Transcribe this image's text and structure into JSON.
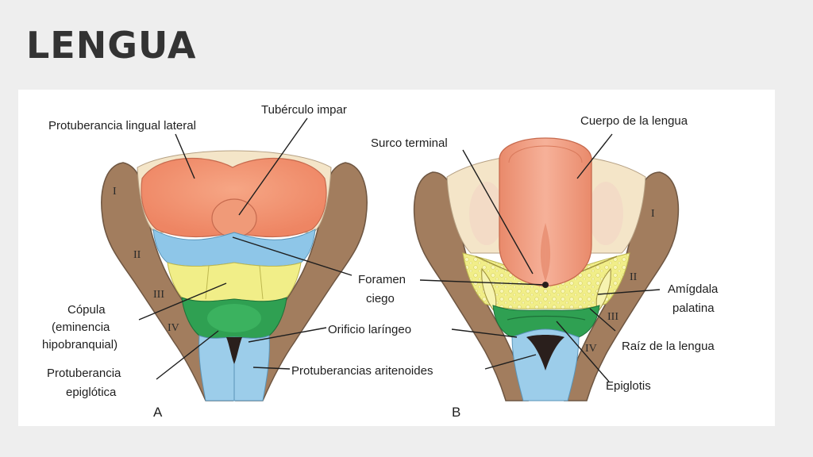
{
  "title": "LENGUA",
  "figure": {
    "panel_a": {
      "letter": "A",
      "arches": [
        "I",
        "II",
        "III",
        "IV"
      ],
      "labels": {
        "protuberancia_lingual_lateral": "Protuberancia lingual lateral",
        "tuberculo_impar": "Tubérculo impar",
        "copula_1": "Cópula",
        "copula_2": "(eminencia",
        "copula_3": "hipobranquial)",
        "protuberancia_epiglotica_1": "Protuberancia",
        "protuberancia_epiglotica_2": "epiglótica"
      }
    },
    "panel_b": {
      "letter": "B",
      "arches": [
        "I",
        "II",
        "III",
        "IV"
      ],
      "labels": {
        "cuerpo_lengua": "Cuerpo de la lengua",
        "surco_terminal": "Surco terminal",
        "amigdala_1": "Amígdala",
        "amigdala_2": "palatina",
        "raiz_lengua": "Raíz de la lengua",
        "epiglotis": "Epiglotis"
      }
    },
    "shared_labels": {
      "foramen_1": "Foramen",
      "foramen_2": "ciego",
      "orificio_laringeo": "Orificio laríngeo",
      "protuberancias_aritenoides": "Protuberancias aritenoides"
    },
    "colors": {
      "pharynx_wall": "#a27d5e",
      "lingual_pink": "#f0906e",
      "first_arch_cream": "#f4e5c8",
      "second_arch_blue": "#8ec6e8",
      "third_arch_yellow": "#f1ee88",
      "fourth_arch_green": "#2fa052",
      "arytenoid_blue": "#9ccdea",
      "larynx_dark": "#2a1f1c"
    }
  }
}
